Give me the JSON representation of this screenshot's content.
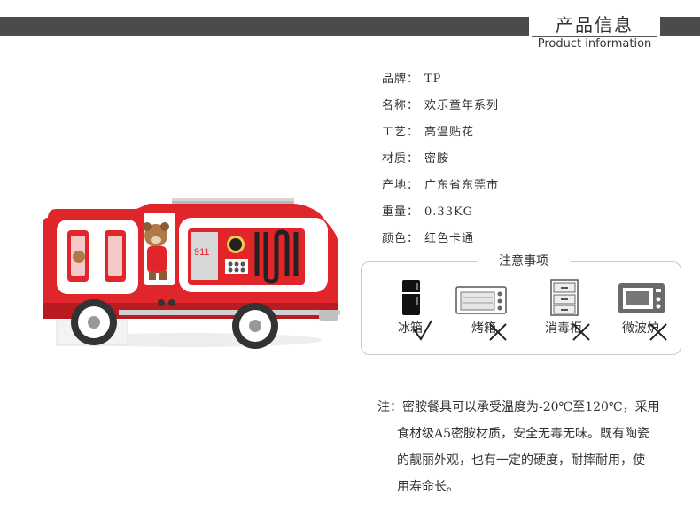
{
  "header": {
    "title": "产品信息",
    "subtitle": "Product information"
  },
  "product_info": [
    {
      "label": "品牌：",
      "value": "TP"
    },
    {
      "label": "名称：",
      "value": "欢乐童年系列"
    },
    {
      "label": "工艺：",
      "value": "高温贴花"
    },
    {
      "label": "材质：",
      "value": "密胺"
    },
    {
      "label": "产地：",
      "value": "广东省东莞市"
    },
    {
      "label": "重量：",
      "value": "0.33KG"
    },
    {
      "label": "颜色：",
      "value": "红色卡通"
    }
  ],
  "notices": {
    "title": "注意事项",
    "items": [
      {
        "label": "冰箱",
        "icon": "fridge-icon",
        "allowed": true
      },
      {
        "label": "烤箱",
        "icon": "oven-icon",
        "allowed": false
      },
      {
        "label": "消毒柜",
        "icon": "sterilizer-cabinet-icon",
        "allowed": false
      },
      {
        "label": "微波炉",
        "icon": "microwave-icon",
        "allowed": false
      }
    ]
  },
  "note": {
    "lines": [
      "注：密胺餐具可以承受温度为-20℃至120℃，采用",
      "食材级A5密胺材质，安全无毒无味。既有陶瓷",
      "的靓丽外观，也有一定的硬度，耐摔耐用，使",
      "用寿命长。"
    ]
  },
  "truck_plate": {
    "number": "911"
  },
  "colors": {
    "header_bar": "#4b4b4b",
    "truck_red": "#e0262b",
    "border_gray": "#c8c8c8"
  }
}
